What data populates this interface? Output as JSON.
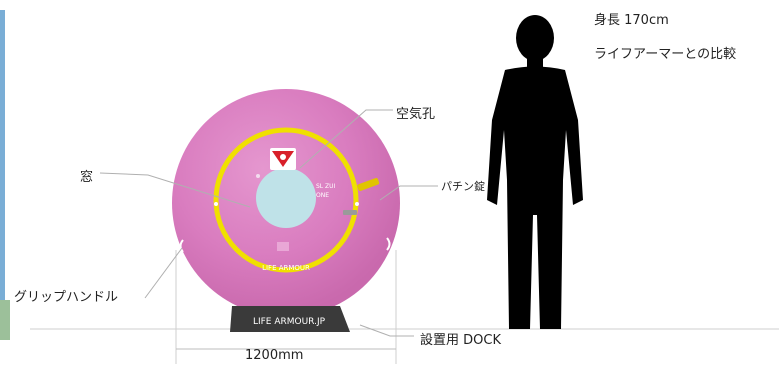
{
  "labels": {
    "height": "身長 170cm",
    "compare": "ライフアーマーとの比較",
    "air_hole": "空気孔",
    "window": "窓",
    "latch": "パチン錠",
    "grip_handle": "グリップハンドル",
    "dock": "設置用 DOCK",
    "width": "1200mm"
  },
  "capsule_text": {
    "brand": "LIFE ARMOUR",
    "dock_plate": "LIFE ARMOUR.JP"
  },
  "colors": {
    "sphere": "#d97cbf",
    "ring": "#f0e000",
    "window": "#bfe2e8",
    "dock": "#3a3a3a",
    "silhouette": "#000000",
    "leader": "#b0b0b0",
    "emblem": "#d8202a",
    "left_edge": "#7aaed6"
  },
  "icons": [
    "sphere-shape",
    "emblem-icon",
    "human-silhouette"
  ]
}
